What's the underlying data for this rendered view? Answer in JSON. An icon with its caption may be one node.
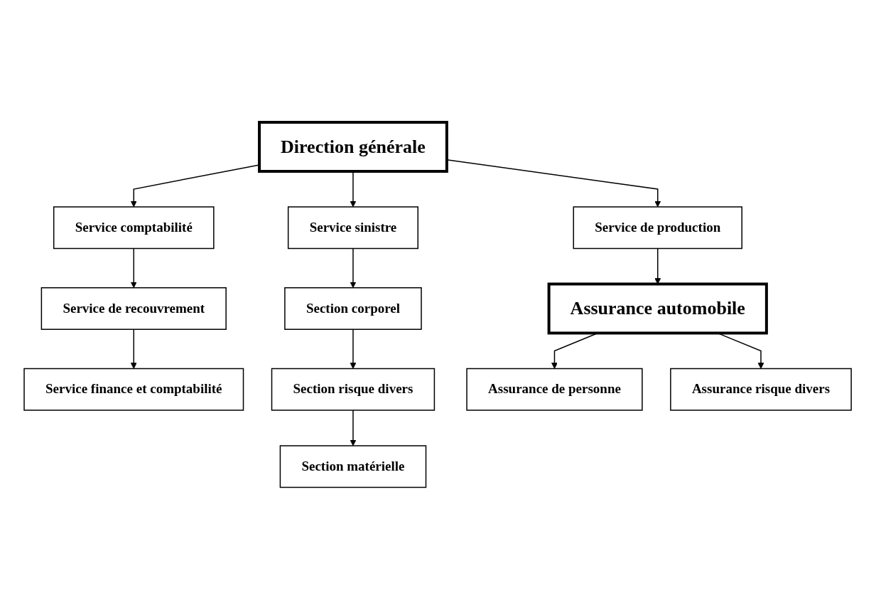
{
  "diagram": {
    "nodes": [
      {
        "text": [
          "Direction générale"
        ]
      },
      {
        "text": [
          "Service comptabilité"
        ]
      },
      {
        "text": [
          "Service de production"
        ]
      },
      {
        "text": [
          "Service sinistre"
        ]
      },
      {
        "text": [
          "Service de recouvrement"
        ]
      },
      {
        "text": [
          "Service finance et comptabilité"
        ]
      },
      {
        "text": [
          "Section corporel"
        ]
      },
      {
        "text": [
          "Section risque divers"
        ]
      },
      {
        "text": [
          "Section matérielle"
        ]
      },
      {
        "text": [
          "Assurance automobile"
        ]
      },
      {
        "text": [
          "Assurance de personne"
        ]
      },
      {
        "text": [
          "Assurance risque divers"
        ]
      }
    ],
    "edges": [
      {
        "from": 0,
        "to": 1,
        "arrow": "to"
      },
      {
        "from": 0,
        "to": 2,
        "arrow": "to"
      },
      {
        "from": 0,
        "to": 3,
        "arrow": "to"
      },
      {
        "from": 1,
        "to": 4,
        "arrow": "to"
      },
      {
        "from": 4,
        "to": 5,
        "arrow": "to"
      },
      {
        "from": 3,
        "to": 6,
        "arrow": "to"
      },
      {
        "from": 6,
        "to": 7,
        "arrow": "to"
      },
      {
        "from": 7,
        "to": 8,
        "arrow": "to"
      },
      {
        "from": 2,
        "to": 9,
        "arrow": "to"
      },
      {
        "from": 9,
        "to": 10,
        "arrow": "to"
      },
      {
        "from": 9,
        "to": 11,
        "arrow": "to"
      }
    ]
  }
}
